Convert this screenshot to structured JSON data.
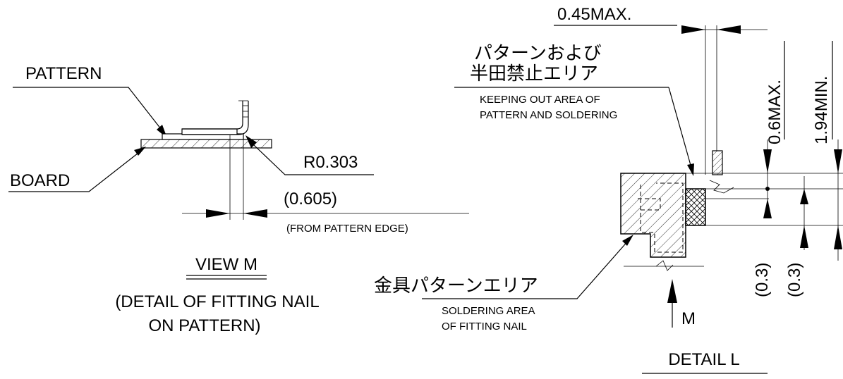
{
  "view_m": {
    "pattern_label": "PATTERN",
    "board_label": "BOARD",
    "radius_label": "R0.303",
    "offset_label": "(0.605)",
    "from_edge_note": "(FROM PATTERN EDGE)",
    "title": "VIEW M",
    "caption_line1": "(DETAIL OF FITTING NAIL",
    "caption_line2": "ON PATTERN)"
  },
  "detail_l": {
    "top_dim": "0.45MAX.",
    "keepout_jp_line1": "パターンおよび",
    "keepout_jp_line2": "半田禁止エリア",
    "keepout_en_line1": "KEEPING OUT AREA OF",
    "keepout_en_line2": "PATTERN AND SOLDERING",
    "dim_06max": "0.6MAX.",
    "dim_194min": "1.94MIN.",
    "dim_03_a": "(0.3)",
    "dim_03_b": "(0.3)",
    "nail_jp": "金具パターンエリア",
    "nail_en_line1": "SOLDERING AREA",
    "nail_en_line2": "OF FITTING NAIL",
    "view_arrow_label": "M",
    "title": "DETAIL L"
  }
}
